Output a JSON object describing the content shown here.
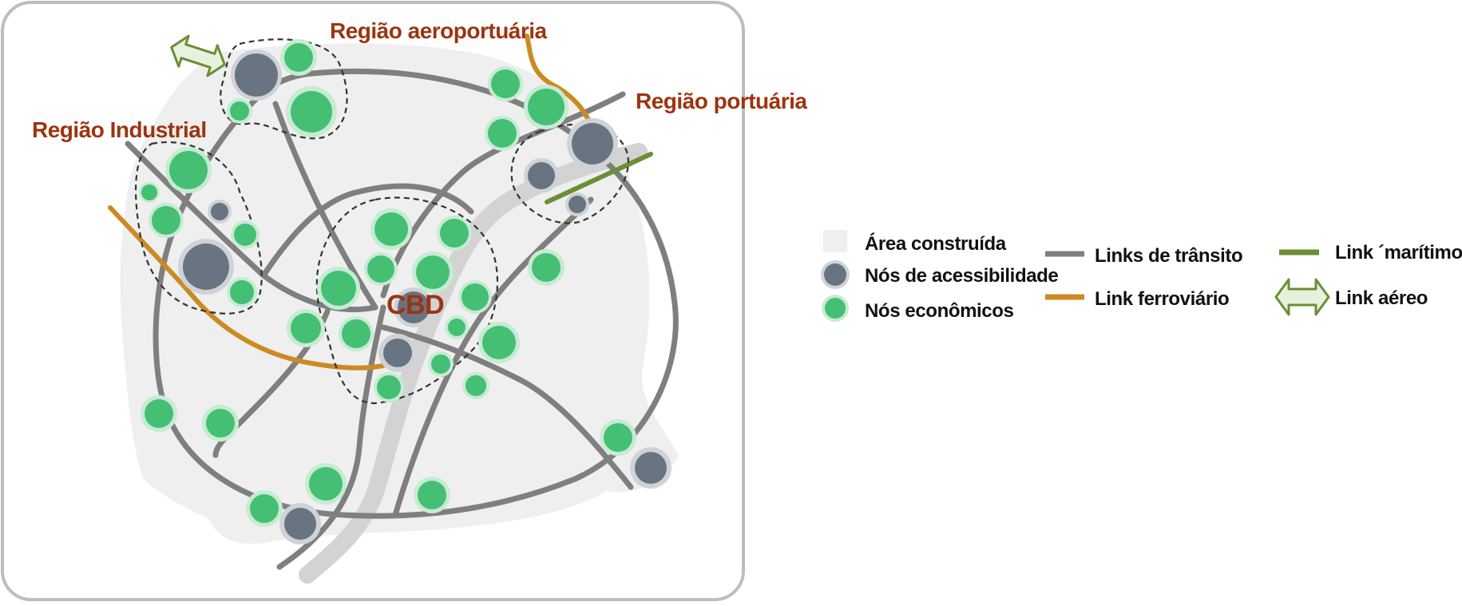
{
  "colors": {
    "built_area": "#efefef",
    "transit_link": "#7f7f7f",
    "rail_link": "#cc8a22",
    "maritime_link": "#6c8e36",
    "accessibility_node": "#687482",
    "accessibility_halo": "#cfd3d8",
    "economic_node": "#45bf73",
    "economic_halo": "#c5ecd2",
    "label_text": "#9c3410",
    "region_outline": "#333333",
    "frame": "#bdbdbd",
    "air_arrow_fill": "#e6f3dc",
    "air_arrow_stroke": "#6c8e36"
  },
  "regions": {
    "airport": "Região aeroportuária",
    "port": "Região portuária",
    "industrial": "Região Industrial",
    "cbd": "CBD"
  },
  "legend": {
    "built_area": "Área construída",
    "accessibility_nodes": "Nós de acessibilidade",
    "economic_nodes": "Nós econômicos",
    "transit_links": "Links de trânsito",
    "rail_link": "Link ferroviário",
    "maritime_link": "Link ´marítimo",
    "air_link": "Link aéreo"
  }
}
